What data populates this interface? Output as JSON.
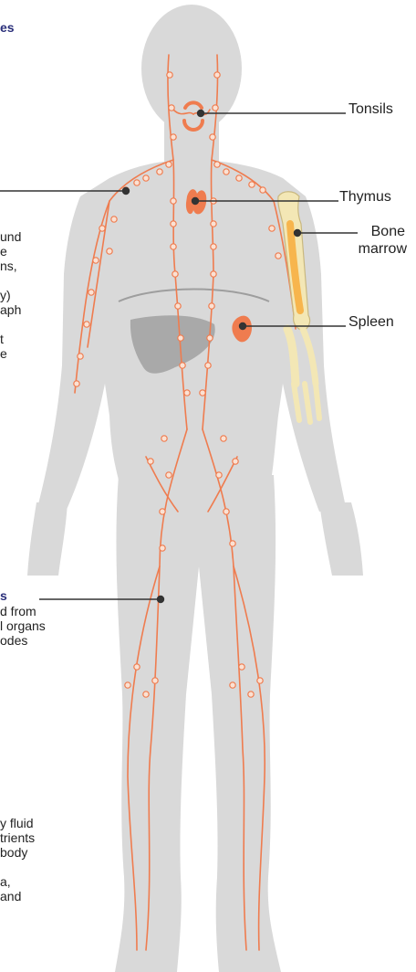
{
  "labels": {
    "tonsils": "Tonsils",
    "thymus": "Thymus",
    "bone_marrow_line1": "Bone",
    "bone_marrow_line2": "marrow",
    "spleen": "Spleen"
  },
  "left_texts": {
    "heading_top": "es",
    "para1": [
      "und",
      "e",
      "ns,",
      "",
      "y)",
      "aph",
      "",
      "t",
      "e"
    ],
    "heading_mid": "s",
    "para2": [
      "d from",
      "l organs",
      "odes"
    ],
    "para3": [
      "y fluid",
      "trients",
      "body",
      "",
      "a,",
      "and"
    ]
  },
  "colors": {
    "body": "#d9d9d9",
    "vessel": "#ef7c4f",
    "node_fill": "#fbe1d3",
    "organ": "#ef7c4f",
    "liver": "#a9a9a9",
    "bone": "#f3e7b5",
    "marrow": "#f7b54d",
    "heading": "#2a2f7a",
    "leader": "#333333"
  }
}
